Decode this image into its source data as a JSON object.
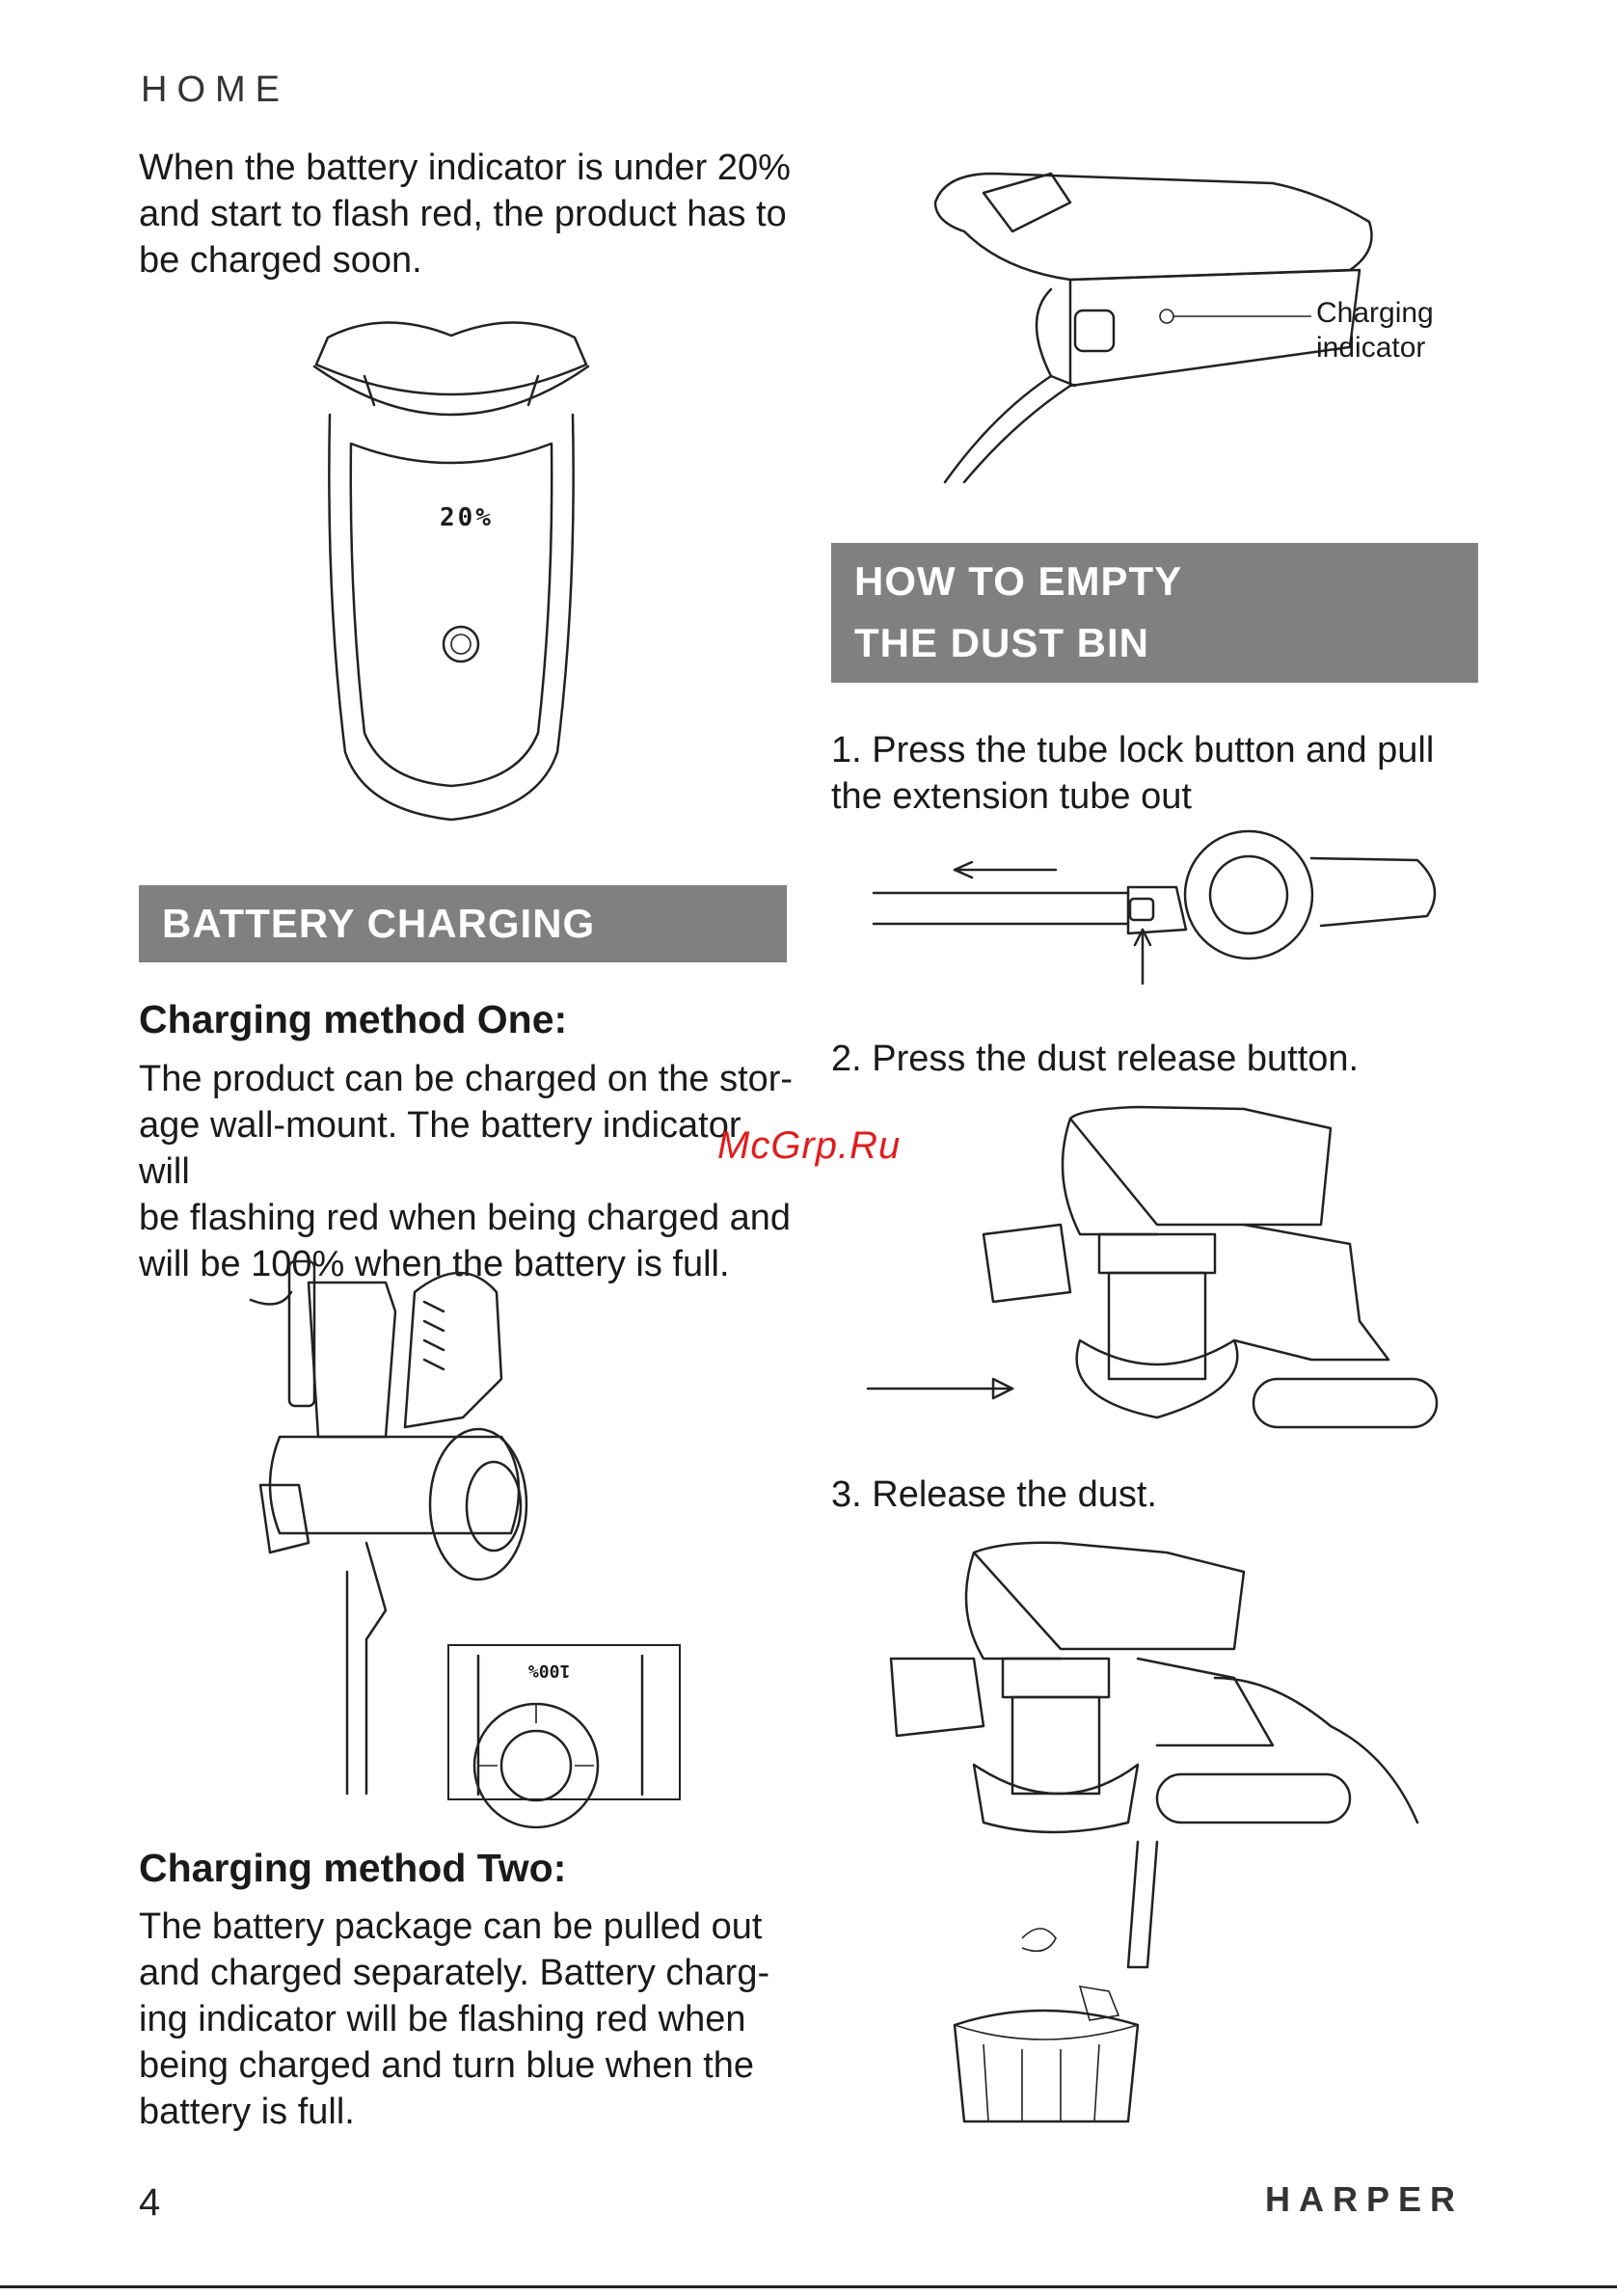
{
  "header": {
    "brand": "HOME"
  },
  "left": {
    "intro": [
      "When the battery indicator is under 20%",
      "and start to flash red, the product has to",
      "be charged soon."
    ],
    "handle_display": "20%",
    "banner_battery": "BATTERY CHARGING",
    "method_one": {
      "title": "Charging method One:",
      "lines": [
        "The product can be charged on the stor-",
        "age wall-mount. The battery indicator will",
        "be flashing red when being charged and",
        "will be 100% when the battery is full."
      ],
      "inset_display": "100%"
    },
    "method_two": {
      "title": "Charging method Two:",
      "lines": [
        "The battery package can be pulled out",
        "and charged separately. Battery charg-",
        "ing indicator will be flashing red when",
        "being charged and turn blue when the",
        "battery is full."
      ]
    }
  },
  "right": {
    "callout": [
      "Charging",
      "indicator"
    ],
    "banner_dust": [
      "HOW TO EMPTY",
      "THE DUST BIN"
    ],
    "steps": {
      "s1": [
        "1. Press the tube lock button and pull",
        "the extension tube out"
      ],
      "s2": "2. Press the dust release button.",
      "s3": "3. Release the dust."
    }
  },
  "footer": {
    "page_number": "4",
    "brand": "HARPER"
  },
  "watermark": "McGrp.Ru"
}
